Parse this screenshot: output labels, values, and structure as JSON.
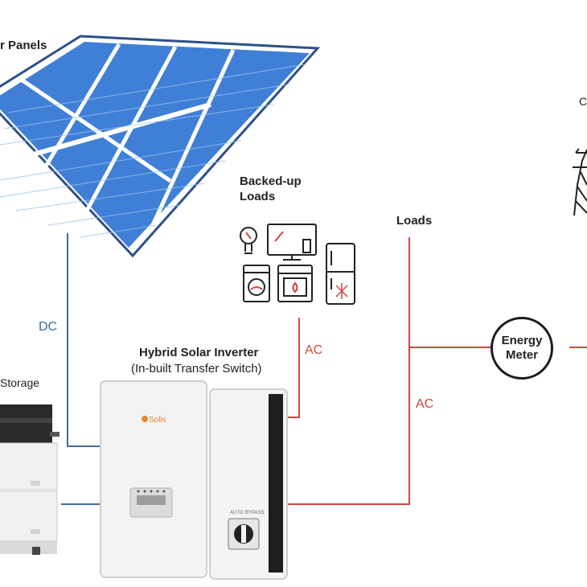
{
  "labels": {
    "solar_panels": "r Panels",
    "backed_up_loads_1": "Backed-up",
    "backed_up_loads_2": "Loads",
    "loads": "Loads",
    "dc": "DC",
    "ac_inverter_to_backed": "AC",
    "ac_inverter_to_loads": "AC",
    "inverter_title": "Hybrid Solar Inverter",
    "inverter_subtitle": "(In-built Transfer Switch)",
    "storage": "Storage",
    "energy_meter_1": "Energy",
    "energy_meter_2": "Meter",
    "grid_partial": "C",
    "inverter_brand": "Solis",
    "switch_label_left": "AUTO",
    "switch_label_right": "BYPASS"
  },
  "colors": {
    "dc_line": "#3f6d99",
    "ac_line": "#d0453f",
    "panel_cell": "#3f7fd6",
    "panel_frame": "#2f4f8a",
    "inverter_body": "#f3f3f3",
    "brand_accent": "#e08a2e"
  },
  "icons": [
    "solar-panel-array-icon",
    "light-bulb-icon",
    "tv-icon",
    "washing-machine-icon",
    "oven-icon",
    "refrigerator-icon",
    "power-tower-icon",
    "battery-storage-icon",
    "inverter-icon",
    "transfer-switch-icon"
  ]
}
